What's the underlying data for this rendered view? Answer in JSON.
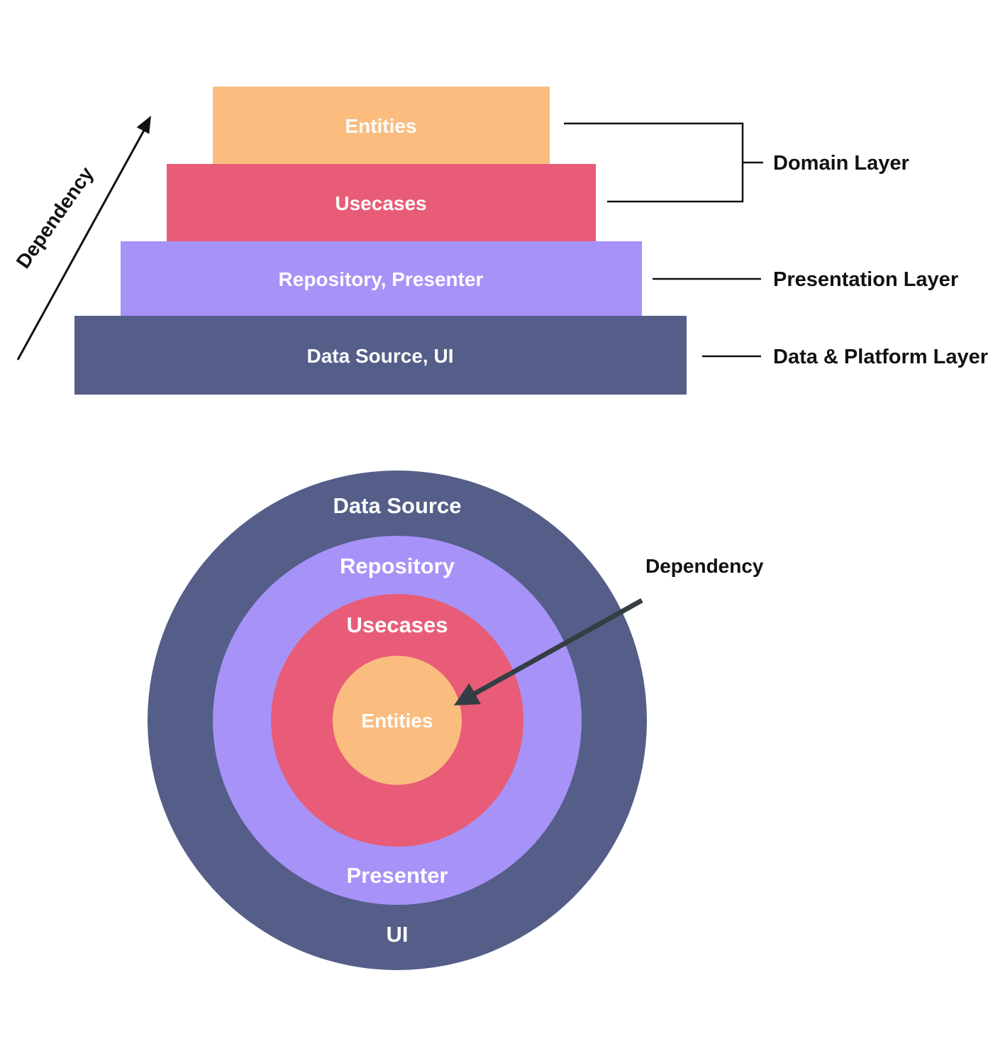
{
  "colors": {
    "orange": "#FABD7F",
    "pink": "#E95C77",
    "purple": "#A792F8",
    "dark_slate_blue": "#545E88",
    "arrow_dark": "#333E44",
    "line_black": "#111111",
    "text_light": "#FDFDFD",
    "text_dark": "#111111"
  },
  "stack_diagram": {
    "dependency_label": "Dependency",
    "bars": [
      {
        "label": "Entities"
      },
      {
        "label": "Usecases"
      },
      {
        "label": "Repository, Presenter"
      },
      {
        "label": "Data Source, UI"
      }
    ],
    "annotations": [
      {
        "label": "Domain Layer"
      },
      {
        "label": "Presentation Layer"
      },
      {
        "label": "Data & Platform Layer"
      }
    ]
  },
  "onion_diagram": {
    "dependency_label": "Dependency",
    "ring_labels": {
      "outer_top": "Data Source",
      "outer_bottom": "UI",
      "middle_top": "Repository",
      "middle_bottom": "Presenter",
      "inner_top": "Usecases",
      "core": "Entities"
    }
  }
}
